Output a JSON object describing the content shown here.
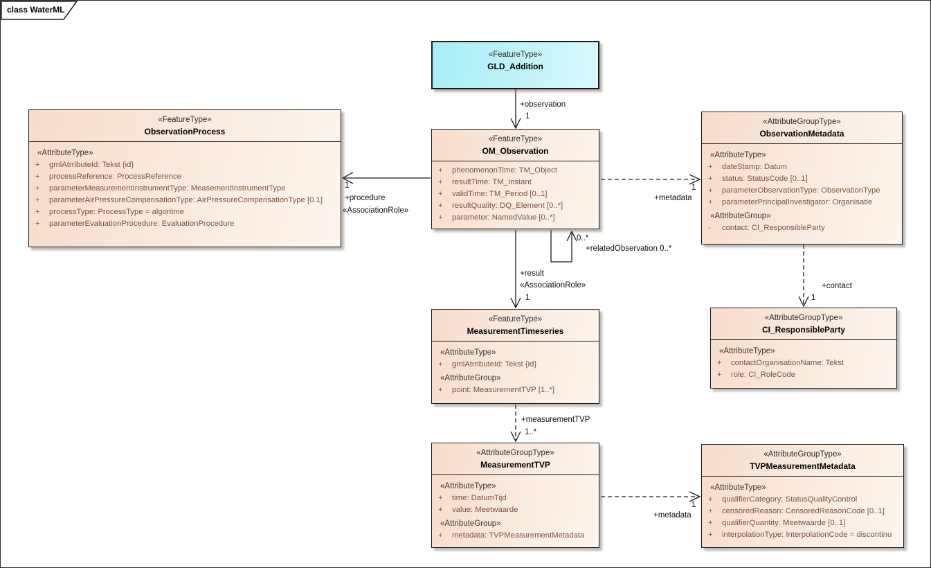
{
  "diagram": {
    "tab_label": "class WaterML"
  },
  "colors": {
    "class_fill": "#f7dcca",
    "class_fill_light": "#fdf6ee",
    "feature_highlight_fill": "#a7edf6",
    "border": "#1c1c1c",
    "attribute_text": "#7c543c",
    "stereotype_text": "#3c352a"
  },
  "classes": [
    {
      "key": "gld-addition",
      "stereotype": "«FeatureType»",
      "name": "GLD_Addition",
      "members": []
    },
    {
      "key": "om-observation",
      "stereotype": "«FeatureType»",
      "name": "OM_Observation",
      "members": [
        {
          "kind": "attr",
          "vis": "+",
          "text": "phenomenonTime: TM_Object"
        },
        {
          "kind": "attr",
          "vis": "+",
          "text": "resultTime: TM_Instant"
        },
        {
          "kind": "attr",
          "vis": "+",
          "text": "validTime: TM_Period [0..1]"
        },
        {
          "kind": "attr",
          "vis": "+",
          "text": "resultQuality: DQ_Element [0..*]"
        },
        {
          "kind": "attr",
          "vis": "+",
          "text": "parameter: NamedValue [0..*]"
        }
      ]
    },
    {
      "key": "observation-process",
      "stereotype": "«FeatureType»",
      "name": "ObservationProcess",
      "members": [
        {
          "kind": "stereo",
          "text": "«AttributeType»"
        },
        {
          "kind": "attr",
          "vis": "+",
          "text": "gmlAtrributeId: Tekst {id}"
        },
        {
          "kind": "attr",
          "vis": "+",
          "text": "processReference: ProcessReference"
        },
        {
          "kind": "attr",
          "vis": "+",
          "text": "parameterMeasurementInstrumentType: MeasementInstrumentType"
        },
        {
          "kind": "attr",
          "vis": "+",
          "text": "parameterAirPressureCompensationType: AirPressureCompensationType [0.1]"
        },
        {
          "kind": "attr",
          "vis": "+",
          "text": "processType: ProcessType = algoritme"
        },
        {
          "kind": "attr",
          "vis": "+",
          "text": "parameterEvaluationProcedure: EvaluationProcedure"
        }
      ]
    },
    {
      "key": "observation-metadata",
      "stereotype": "«AttributeGroupType»",
      "name": "ObservationMetadata",
      "members": [
        {
          "kind": "stereo",
          "text": "«AttributeType»"
        },
        {
          "kind": "attr",
          "vis": "+",
          "text": "dateStamp: Datum"
        },
        {
          "kind": "attr",
          "vis": "+",
          "text": "status: StatusCode [0..1]"
        },
        {
          "kind": "attr",
          "vis": "+",
          "text": "parameterObservationType: ObservationType"
        },
        {
          "kind": "attr",
          "vis": "+",
          "text": "parameterPrincipalInvestigator: Organisatie"
        },
        {
          "kind": "stereo",
          "text": "«AttributeGroup»"
        },
        {
          "kind": "attr",
          "vis": "-",
          "text": "contact: CI_ResponsibleParty"
        }
      ]
    },
    {
      "key": "measurement-timeseries",
      "stereotype": "«FeatureType»",
      "name": "MeasurementTimeseries",
      "members": [
        {
          "kind": "stereo",
          "text": "«AttributeType»"
        },
        {
          "kind": "attr",
          "vis": "+",
          "text": "gmlAtrributeId: Tekst {id}"
        },
        {
          "kind": "stereo",
          "text": "«AttributeGroup»"
        },
        {
          "kind": "attr",
          "vis": "+",
          "text": "point: MeasurementTVP [1..*]"
        }
      ]
    },
    {
      "key": "ci-responsibleparty",
      "stereotype": "«AttributeGroupType»",
      "name": "CI_ResponsibleParty",
      "members": [
        {
          "kind": "stereo",
          "text": "«AttributeType»"
        },
        {
          "kind": "attr",
          "vis": "+",
          "text": "contactOrganisationName: Tekst"
        },
        {
          "kind": "attr",
          "vis": "+",
          "text": "role: CI_RoleCode"
        }
      ]
    },
    {
      "key": "measurement-tvp",
      "stereotype": "«AttributeGroupType»",
      "name": "MeasurementTVP",
      "members": [
        {
          "kind": "stereo",
          "text": "«AttributeType»"
        },
        {
          "kind": "attr",
          "vis": "+",
          "text": "time: DatumTijd"
        },
        {
          "kind": "attr",
          "vis": "+",
          "text": "value: Meetwaarde"
        },
        {
          "kind": "stereo",
          "text": "«AttributeGroup»"
        },
        {
          "kind": "attr",
          "vis": "+",
          "text": "metadata: TVPMeasurementMetadata"
        }
      ]
    },
    {
      "key": "tvp-measurement-metadata",
      "stereotype": "«AttributeGroupType»",
      "name": "TVPMeasurementMetadata",
      "members": [
        {
          "kind": "stereo",
          "text": "«AttributeType»"
        },
        {
          "kind": "attr",
          "vis": "+",
          "text": "qualifierCategory: StatusQualityControl"
        },
        {
          "kind": "attr",
          "vis": "+",
          "text": "censoredReason: CensoredReasonCode [0..1]"
        },
        {
          "kind": "attr",
          "vis": "+",
          "text": "qualifierQuantity: Meetwaarde [0..1]"
        },
        {
          "kind": "attr",
          "vis": "+",
          "text": "interpolationType: InterpolationCode = discontinu"
        }
      ]
    }
  ],
  "connectors": [
    {
      "name": "observation",
      "role": "+observation",
      "mult": "1",
      "style": "solid"
    },
    {
      "name": "procedure",
      "role": "+procedure",
      "mult": "1",
      "stereotype": "«AssociationRole»",
      "style": "solid"
    },
    {
      "name": "metadata",
      "role": "+metadata",
      "mult": "1",
      "style": "dashed"
    },
    {
      "name": "relatedObservation",
      "role": "+relatedObservation 0..*",
      "mult": "0..*",
      "style": "solid"
    },
    {
      "name": "result",
      "role": "+result",
      "mult": "1",
      "stereotype": "«AssociationRole»",
      "style": "solid"
    },
    {
      "name": "measurementTVP",
      "role": "+measurementTVP",
      "mult": "1..*",
      "style": "dashed"
    },
    {
      "name": "contact",
      "role": "+contact",
      "mult": "1",
      "style": "dashed"
    },
    {
      "name": "metadata-tvp",
      "role": "+metadata",
      "mult": "1",
      "style": "dashed"
    }
  ]
}
